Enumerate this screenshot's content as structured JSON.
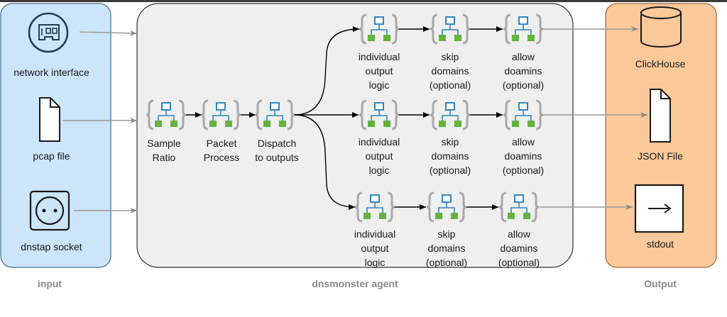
{
  "panels": {
    "input_caption": "input",
    "agent_caption": "dnsmonster agent",
    "output_caption": "Output"
  },
  "inputs": {
    "network": "network interface",
    "pcap": "pcap file",
    "dnstap": "dnstap socket"
  },
  "pipeline": {
    "sample": "Sample\nRatio",
    "packet": "Packet\nProcess",
    "dispatch": "Dispatch\nto outputs"
  },
  "branches": [
    {
      "logic": "individual\noutput\nlogic",
      "skip": "skip\ndomains\n(optional)",
      "allow": "allow\ndoamins\n(optional)"
    },
    {
      "logic": "individual\noutput\nlogic",
      "skip": "skip\ndomains\n(optional)",
      "allow": "allow\ndoamins\n(optional)"
    },
    {
      "logic": "individual\noutput\nlogic",
      "skip": "skip\ndomains\n(optional)",
      "allow": "allow\ndoamins\n(optional)"
    }
  ],
  "outputs": {
    "clickhouse": "ClickHouse",
    "json": "JSON File",
    "stdout": "stdout"
  },
  "colors": {
    "input_fill": "#cce5fa",
    "input_stroke": "#3d6f96",
    "agent_fill": "#efefef",
    "agent_stroke": "#333333",
    "output_fill": "#fbc99a",
    "output_stroke": "#a0663a",
    "process_blue": "#2f86c6",
    "process_green": "#63b33d",
    "brace_gray": "#a8a8a8"
  }
}
